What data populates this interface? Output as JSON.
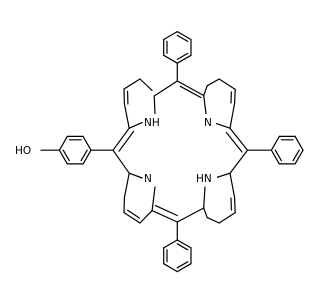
{
  "molecule": {
    "atom_labels": {
      "hydroxyl": "HO",
      "nh_top": "NH",
      "n_right": "N",
      "n_left": "N",
      "hn_bottom": "HN"
    }
  }
}
